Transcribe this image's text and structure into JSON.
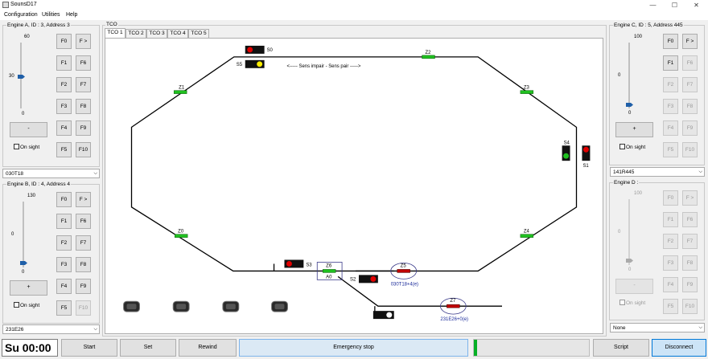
{
  "app": {
    "title": "SounsD17"
  },
  "menu": {
    "configuration": "Configuration",
    "utilities": "Utilities",
    "help": "Help"
  },
  "engine_a": {
    "title": "Engine A, ID : 3, Address 3",
    "slider_max": "60",
    "slider_value": "30",
    "slider_min": "0",
    "buttons": [
      "F0",
      "F >",
      "F1",
      "F6",
      "F2",
      "F7",
      "F3",
      "F8",
      "F4",
      "F9",
      "F5",
      "F10"
    ],
    "dir_label": "-",
    "on_sight": "On sight",
    "select": "030T18"
  },
  "engine_b": {
    "title": "Engine B, ID : 4, Address 4",
    "slider_max": "130",
    "slider_value": "0",
    "slider_min": "0",
    "buttons": [
      "F0",
      "F >",
      "F1",
      "F6",
      "F2",
      "F7",
      "F3",
      "F8",
      "F4",
      "F9",
      "F5",
      "F10"
    ],
    "dir_label": "+",
    "on_sight": "On sight",
    "select": "231E26"
  },
  "engine_c": {
    "title": "Engine C, ID : 5, Address 445",
    "slider_max": "100",
    "slider_value": "0",
    "slider_min": "0",
    "buttons": [
      "F0",
      "F >",
      "F1",
      "F6",
      "F2",
      "F7",
      "F3",
      "F8",
      "F4",
      "F9",
      "F5",
      "F10"
    ],
    "dir_label": "+",
    "on_sight": "On sight",
    "select": "141R445"
  },
  "engine_d": {
    "title": "Engine D :",
    "slider_max": "100",
    "slider_value": "0",
    "slider_min": "0",
    "buttons": [
      "F0",
      "F >",
      "F1",
      "F6",
      "F2",
      "F7",
      "F3",
      "F8",
      "F4",
      "F9",
      "F5",
      "F10"
    ],
    "dir_label": "-",
    "on_sight": "On sight",
    "select": "None"
  },
  "tco": {
    "group_title": "TCO",
    "tabs": [
      "TCO 1",
      "TCO 2",
      "TCO 3",
      "TCO 4",
      "TCO 5"
    ],
    "direction_text": "<----- Sens impair - Sens pair ----->",
    "zones": [
      "Z1",
      "Z2",
      "Z3",
      "Z4",
      "Z0",
      "Z6",
      "Z5",
      "Z7"
    ],
    "signals": [
      "S0",
      "S5",
      "S4",
      "S1",
      "S3",
      "S2"
    ],
    "z6_sub": "A0",
    "z5_sub": "030T18+4(e)",
    "z7_sub": "231E26+0(e)"
  },
  "colors": {
    "red": "#e00000",
    "yellow": "#ffee00",
    "green": "#20c020",
    "zone_red": "#c00000",
    "occupied_text": "#1a2a9a"
  },
  "bottom": {
    "clock": "Su 00:00",
    "start": "Start",
    "set": "Set",
    "rewind": "Rewind",
    "emergency": "Emergency stop",
    "script": "Script",
    "disconnect": "Disconnect"
  }
}
